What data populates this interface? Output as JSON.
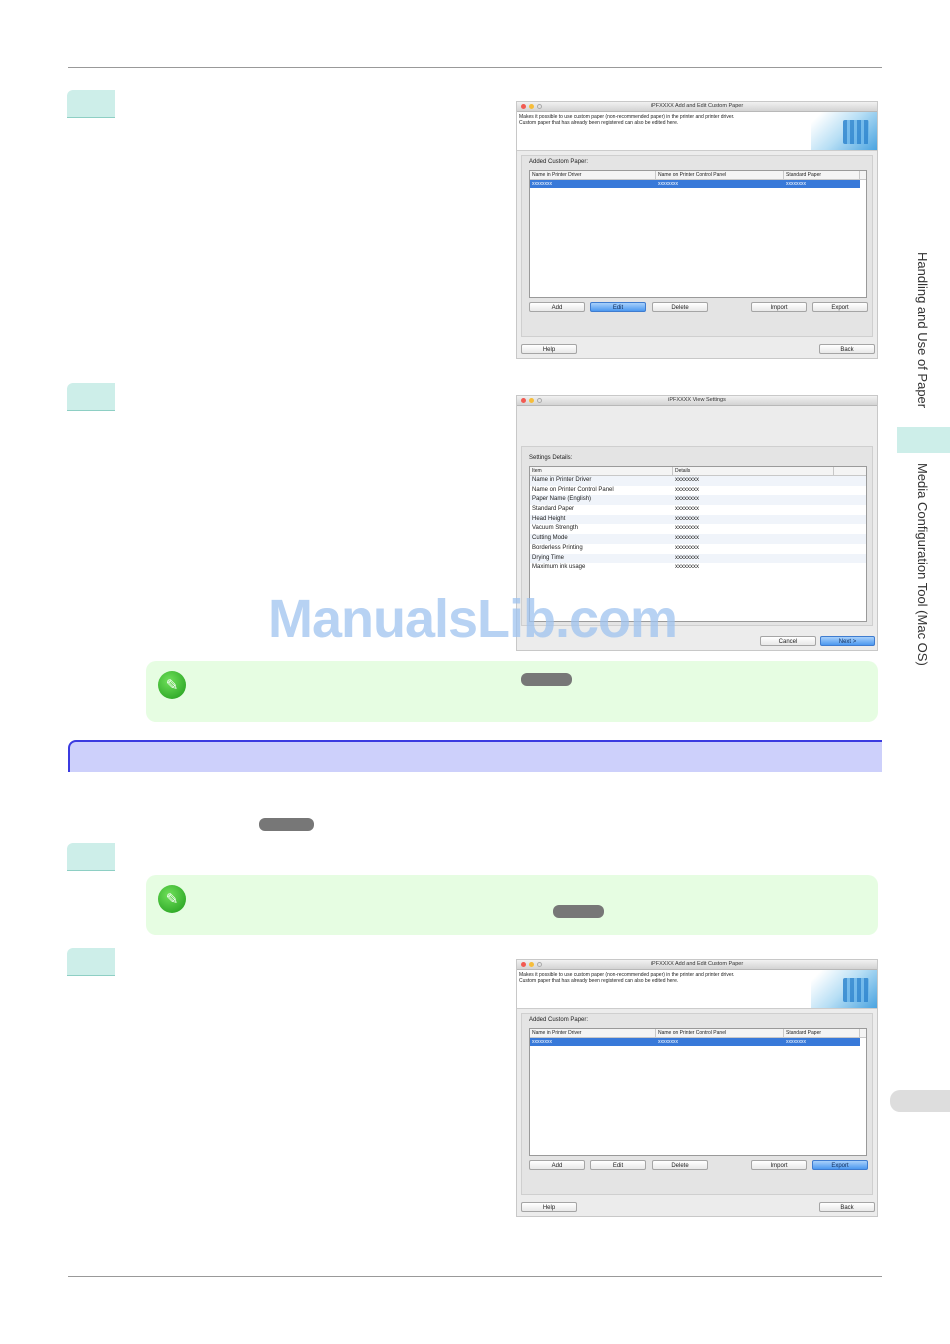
{
  "side_tab": {
    "section": "Handling and Use of Paper",
    "chapter": "Media Configuration Tool (Mac OS)"
  },
  "watermark": "ManualsLib.com",
  "dialog_add_edit": {
    "title": "iPFXXXX Add and Edit Custom Paper",
    "info_line1": "Makes it possible to use custom paper (non-recommended paper) in the printer and printer driver.",
    "info_line2": "Custom paper that has already been registered can also be edited here.",
    "group_label": "Added Custom Paper:",
    "columns": [
      "Name in Printer Driver",
      "Name on Printer Control Panel",
      "Standard Paper"
    ],
    "row": [
      "xxxxxxxx",
      "xxxxxxxx",
      "xxxxxxxx"
    ],
    "buttons": {
      "add": "Add",
      "edit": "Edit",
      "delete": "Delete",
      "import": "Import",
      "export": "Export",
      "help": "Help",
      "back": "Back"
    }
  },
  "dialog_view": {
    "title": "iPFXXXX View Settings",
    "group_label": "Settings Details:",
    "columns": [
      "Item",
      "Details"
    ],
    "rows": [
      [
        "Name in Printer Driver",
        "xxxxxxxx"
      ],
      [
        "Name on Printer Control Panel",
        "xxxxxxxx"
      ],
      [
        "Paper Name (English)",
        "xxxxxxxx"
      ],
      [
        "Standard Paper",
        "xxxxxxxx"
      ],
      [
        "Head Height",
        "xxxxxxxx"
      ],
      [
        "Vacuum Strength",
        "xxxxxxxx"
      ],
      [
        "Cutting Mode",
        "xxxxxxxx"
      ],
      [
        "Borderless Printing",
        "xxxxxxxx"
      ],
      [
        "Drying Time",
        "xxxxxxxx"
      ],
      [
        "Maximum ink usage",
        "xxxxxxxx"
      ]
    ],
    "buttons": {
      "cancel": "Cancel",
      "next": "Next >"
    }
  },
  "dialog_export": {
    "title": "iPFXXXX Add and Edit Custom Paper",
    "info_line1": "Makes it possible to use custom paper (non-recommended paper) in the printer and printer driver.",
    "info_line2": "Custom paper that has already been registered can also be edited here.",
    "group_label": "Added Custom Paper:",
    "columns": [
      "Name in Printer Driver",
      "Name on Printer Control Panel",
      "Standard Paper"
    ],
    "row": [
      "xxxxxxxx",
      "xxxxxxxx",
      "xxxxxxxx"
    ],
    "buttons": {
      "add": "Add",
      "edit": "Edit",
      "delete": "Delete",
      "import": "Import",
      "export": "Export",
      "help": "Help",
      "back": "Back"
    }
  },
  "colors": {
    "step_fill": "#cdeee9",
    "note_fill": "#e6fde2",
    "heading_fill": "#cdd0fb",
    "heading_border": "#3b3be0",
    "selection": "#3879d9"
  }
}
